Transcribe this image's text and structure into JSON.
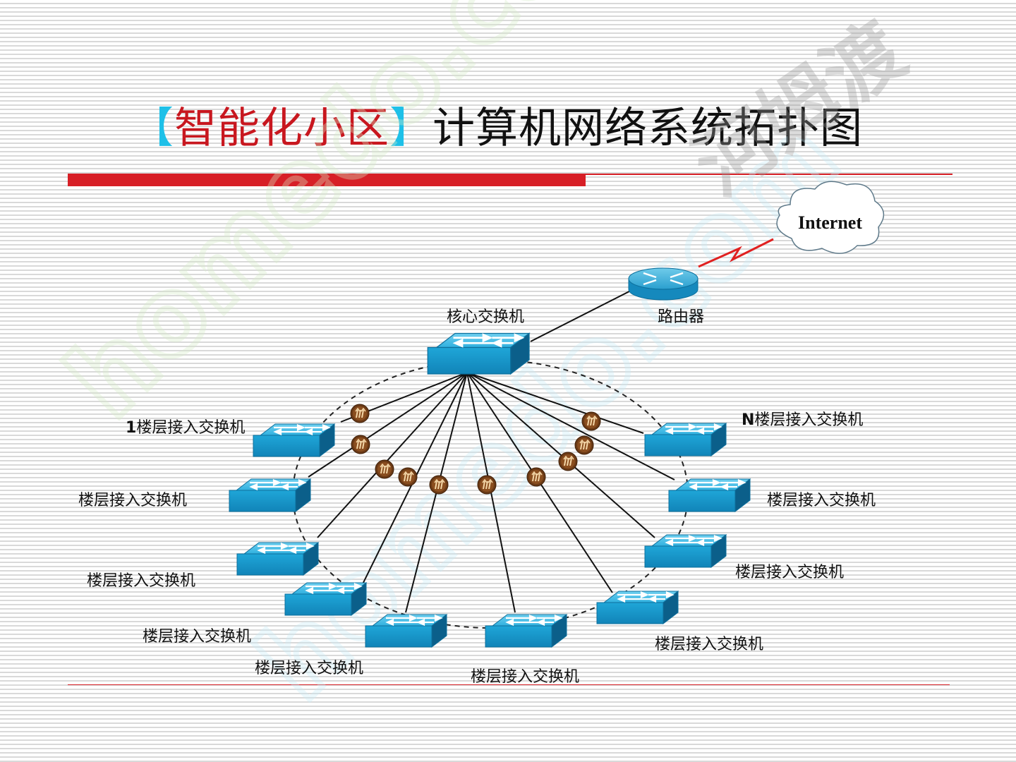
{
  "title": {
    "open_bracket": "【",
    "red_text": "智能化小区",
    "close_bracket": "】",
    "main_text": "计算机网络系统拓扑图"
  },
  "watermark_text": "homedo.com 河姆渡",
  "cloud": {
    "label": "Internet"
  },
  "router": {
    "label": "路由器"
  },
  "core_switch": {
    "label": "核心交换机"
  },
  "access_switches": [
    {
      "num": "1",
      "label": "楼层接入交换机"
    },
    {
      "num": "",
      "label": "楼层接入交换机"
    },
    {
      "num": "",
      "label": "楼层接入交换机"
    },
    {
      "num": "",
      "label": "楼层接入交换机"
    },
    {
      "num": "",
      "label": "楼层接入交换机"
    },
    {
      "num": "",
      "label": "楼层接入交换机"
    },
    {
      "num": "",
      "label": "楼层接入交换机"
    },
    {
      "num": "",
      "label": "楼层接入交换机"
    },
    {
      "num": "",
      "label": "楼层接入交换机"
    },
    {
      "num": "N",
      "label": "楼层接入交换机"
    }
  ],
  "colors": {
    "accent_red": "#d71f26",
    "bracket_cyan": "#1ec0e8",
    "switch_blue": "#1aa3d4",
    "link_red": "#e02020",
    "connector_brown": "#6b3a16"
  }
}
